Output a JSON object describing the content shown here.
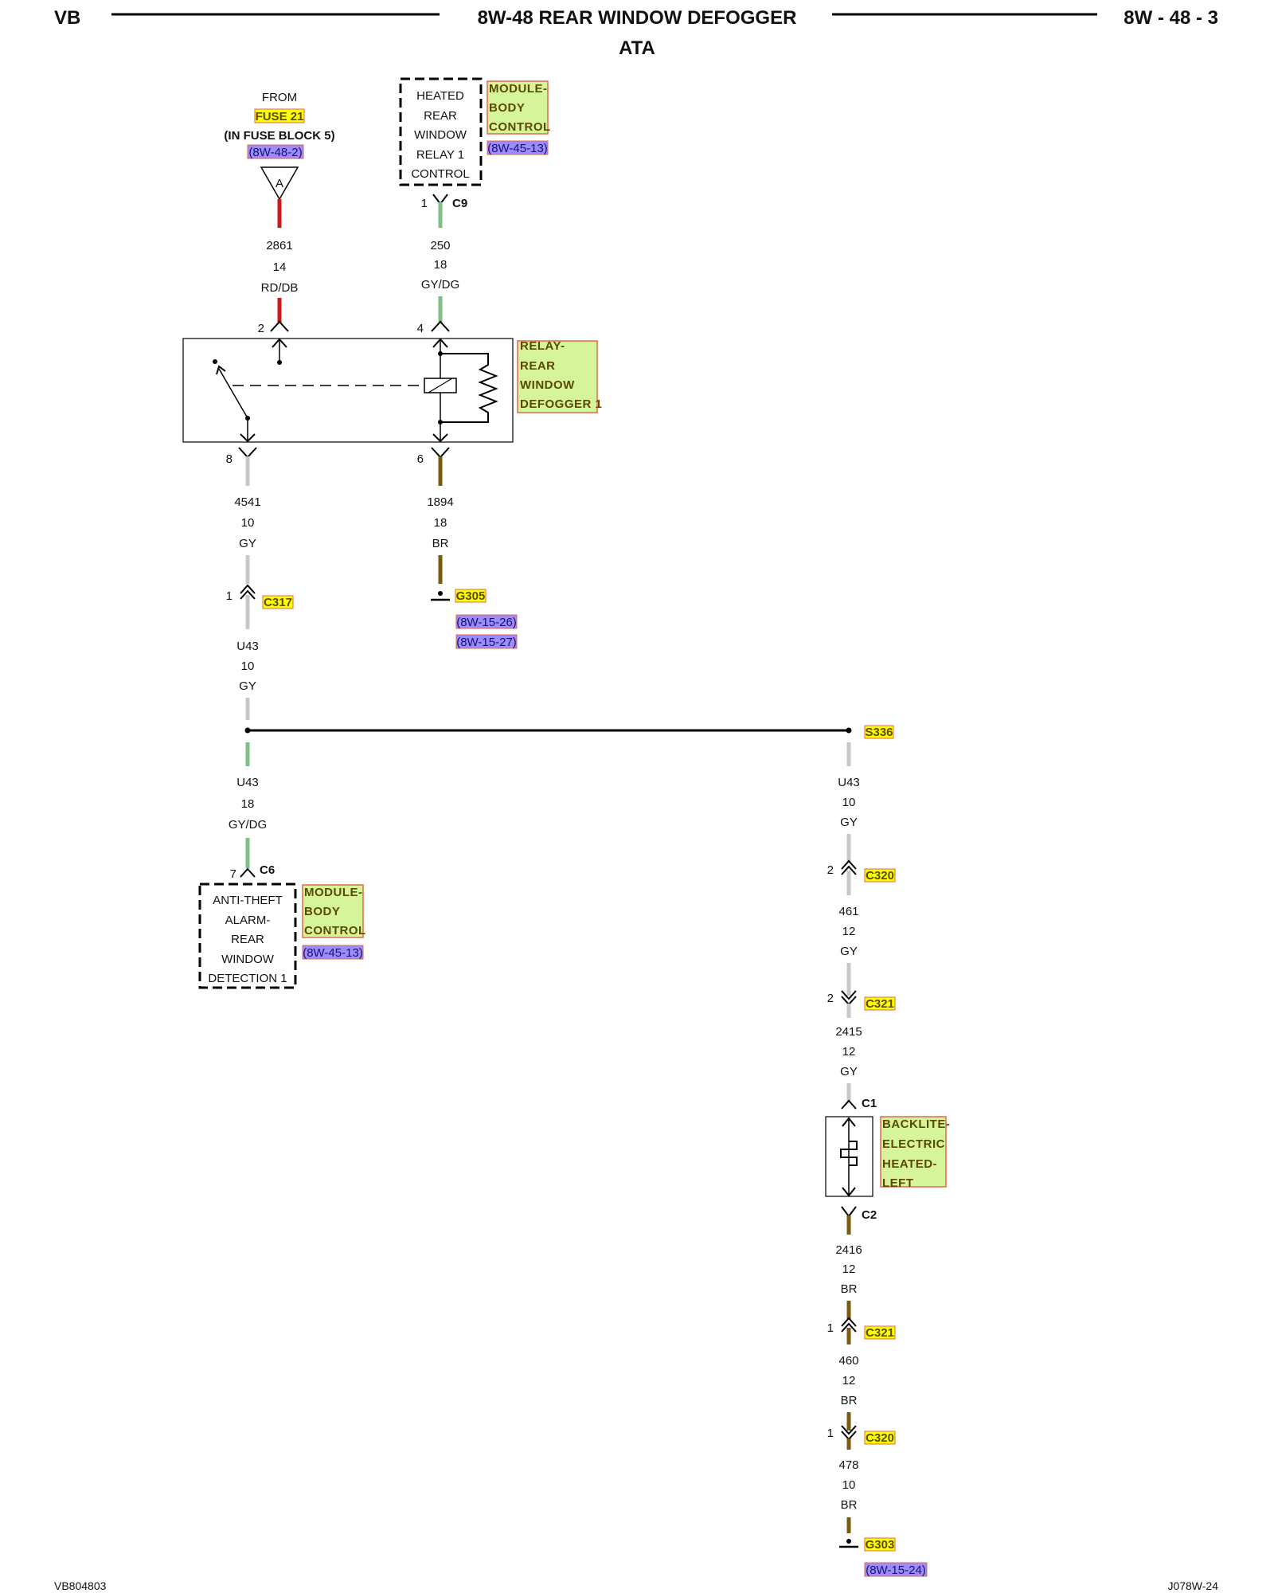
{
  "header": {
    "left": "VB",
    "title": "8W-48 REAR WINDOW DEFOGGER",
    "subtitle": "ATA",
    "page": "8W - 48 - 3"
  },
  "footer": {
    "left": "VB804803",
    "right": "J078W-24"
  },
  "colors": {
    "RD/DB": "#cc1a1a",
    "GY/DG": "#7fbf8a",
    "GY": "#c8c8c8",
    "BR": "#7a5a10",
    "tag_fill": "#ffff00",
    "ref_fill": "#9d8cff",
    "component_fill": "#d6f59a"
  },
  "fuse_source": {
    "from": "FROM",
    "fuse": "FUSE 21",
    "block": "(IN FUSE BLOCK 5)",
    "ref": "(8W-48-2)",
    "terminal": "A"
  },
  "bcm_top": {
    "lines": [
      "HEATED",
      "REAR",
      "WINDOW",
      "RELAY 1",
      "CONTROL"
    ],
    "module": [
      "MODULE-",
      "BODY",
      "CONTROL"
    ],
    "ref": "(8W-45-13)",
    "pin": "1",
    "connector": "C9"
  },
  "wires": {
    "w2861": {
      "circuit": "2861",
      "gauge": "14",
      "color": "RD/DB"
    },
    "w250": {
      "circuit": "250",
      "gauge": "18",
      "color": "GY/DG"
    },
    "w4541": {
      "circuit": "4541",
      "gauge": "10",
      "color": "GY"
    },
    "w1894": {
      "circuit": "1894",
      "gauge": "18",
      "color": "BR"
    },
    "wU43a": {
      "circuit": "U43",
      "gauge": "10",
      "color": "GY"
    },
    "wU43b": {
      "circuit": "U43",
      "gauge": "18",
      "color": "GY/DG"
    },
    "wU43c": {
      "circuit": "U43",
      "gauge": "10",
      "color": "GY"
    },
    "w461": {
      "circuit": "461",
      "gauge": "12",
      "color": "GY"
    },
    "w2415": {
      "circuit": "2415",
      "gauge": "12",
      "color": "GY"
    },
    "w2416": {
      "circuit": "2416",
      "gauge": "12",
      "color": "BR"
    },
    "w460": {
      "circuit": "460",
      "gauge": "12",
      "color": "BR"
    },
    "w478": {
      "circuit": "478",
      "gauge": "10",
      "color": "BR"
    }
  },
  "relay": {
    "name": [
      "RELAY-",
      "REAR",
      "WINDOW",
      "DEFOGGER 1"
    ],
    "pins": {
      "p2": "2",
      "p4": "4",
      "p8": "8",
      "p6": "6"
    }
  },
  "connectors": {
    "c317": {
      "pin": "1",
      "name": "C317"
    },
    "c320_top": {
      "pin": "2",
      "name": "C320"
    },
    "c321_top": {
      "pin": "2",
      "name": "C321"
    },
    "c321_bot": {
      "pin": "1",
      "name": "C321"
    },
    "c320_bot": {
      "pin": "1",
      "name": "C320"
    }
  },
  "grounds": {
    "g305": {
      "name": "G305",
      "refs": [
        "(8W-15-26)",
        "(8W-15-27)"
      ]
    },
    "g303": {
      "name": "G303",
      "refs": [
        "(8W-15-24)"
      ]
    }
  },
  "splice": {
    "name": "S336"
  },
  "antitheft": {
    "lines": [
      "ANTI-THEFT",
      "ALARM-",
      "REAR",
      "WINDOW",
      "DETECTION 1"
    ],
    "module": [
      "MODULE-",
      "BODY",
      "CONTROL"
    ],
    "ref": "(8W-45-13)",
    "pin": "7",
    "connector": "C6"
  },
  "backlite": {
    "name": [
      "BACKLITE-",
      "ELECTRIC",
      "HEATED-",
      "LEFT"
    ],
    "c1": "C1",
    "c2": "C2"
  }
}
